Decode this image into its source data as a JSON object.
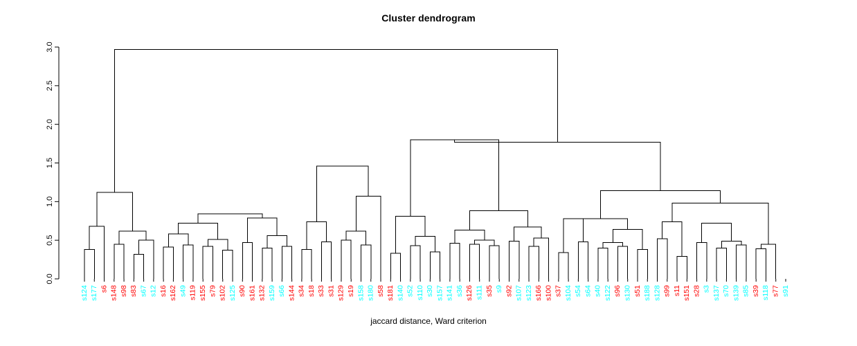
{
  "plot": {
    "title": "Cluster dendrogram",
    "xlabel": "jaccard distance, Ward criterion",
    "ylabel": ""
  },
  "colors": {
    "cluster_a": "#00FFFF",
    "cluster_b": "#FF0000",
    "axis": "#000000",
    "branch": "#000000",
    "background": "#FFFFFF"
  },
  "axis": {
    "y_ticks": [
      "0.0",
      "0.5",
      "1.0",
      "1.5",
      "2.0",
      "2.5",
      "3.0"
    ],
    "y_values": [
      0.0,
      0.5,
      1.0,
      1.5,
      2.0,
      2.5,
      3.0
    ],
    "ylim": [
      0.0,
      3.0
    ]
  },
  "chart_data": {
    "type": "dendrogram",
    "title": "Cluster dendrogram",
    "xlabel": "jaccard distance, Ward criterion",
    "ylabel": "",
    "ylim": [
      0.0,
      3.0
    ],
    "yticks": [
      0.0,
      0.5,
      1.0,
      1.5,
      2.0,
      2.5,
      3.0
    ],
    "grid": false,
    "legend": "none",
    "n_leaves": 72,
    "leaves": [
      {
        "label": "s124",
        "color": "#00FFFF"
      },
      {
        "label": "s177",
        "color": "#00FFFF"
      },
      {
        "label": "s6",
        "color": "#FF0000"
      },
      {
        "label": "s148",
        "color": "#FF0000"
      },
      {
        "label": "s98",
        "color": "#FF0000"
      },
      {
        "label": "s83",
        "color": "#FF0000"
      },
      {
        "label": "s67",
        "color": "#00FFFF"
      },
      {
        "label": "s12",
        "color": "#00FFFF"
      },
      {
        "label": "s16",
        "color": "#FF0000"
      },
      {
        "label": "s162",
        "color": "#FF0000"
      },
      {
        "label": "s49",
        "color": "#00FFFF"
      },
      {
        "label": "s119",
        "color": "#FF0000"
      },
      {
        "label": "s155",
        "color": "#FF0000"
      },
      {
        "label": "s79",
        "color": "#FF0000"
      },
      {
        "label": "s102",
        "color": "#FF0000"
      },
      {
        "label": "s125",
        "color": "#00FFFF"
      },
      {
        "label": "s90",
        "color": "#FF0000"
      },
      {
        "label": "s161",
        "color": "#FF0000"
      },
      {
        "label": "s132",
        "color": "#FF0000"
      },
      {
        "label": "s159",
        "color": "#00FFFF"
      },
      {
        "label": "s66",
        "color": "#00FFFF"
      },
      {
        "label": "s144",
        "color": "#FF0000"
      },
      {
        "label": "s34",
        "color": "#FF0000"
      },
      {
        "label": "s18",
        "color": "#FF0000"
      },
      {
        "label": "s33",
        "color": "#FF0000"
      },
      {
        "label": "s31",
        "color": "#FF0000"
      },
      {
        "label": "s129",
        "color": "#FF0000"
      },
      {
        "label": "s19",
        "color": "#FF0000"
      },
      {
        "label": "s158",
        "color": "#00FFFF"
      },
      {
        "label": "s180",
        "color": "#00FFFF"
      },
      {
        "label": "s58",
        "color": "#FF0000"
      },
      {
        "label": "s181",
        "color": "#FF0000"
      },
      {
        "label": "s140",
        "color": "#00FFFF"
      },
      {
        "label": "s52",
        "color": "#00FFFF"
      },
      {
        "label": "s110",
        "color": "#00FFFF"
      },
      {
        "label": "s30",
        "color": "#00FFFF"
      },
      {
        "label": "s157",
        "color": "#00FFFF"
      },
      {
        "label": "s141",
        "color": "#00FFFF"
      },
      {
        "label": "s36",
        "color": "#00FFFF"
      },
      {
        "label": "s126",
        "color": "#FF0000"
      },
      {
        "label": "s111",
        "color": "#00FFFF"
      },
      {
        "label": "s35",
        "color": "#FF0000"
      },
      {
        "label": "s9",
        "color": "#00FFFF"
      },
      {
        "label": "s92",
        "color": "#FF0000"
      },
      {
        "label": "s107",
        "color": "#00FFFF"
      },
      {
        "label": "s123",
        "color": "#00FFFF"
      },
      {
        "label": "s166",
        "color": "#FF0000"
      },
      {
        "label": "s100",
        "color": "#FF0000"
      },
      {
        "label": "s37",
        "color": "#FF0000"
      },
      {
        "label": "s104",
        "color": "#00FFFF"
      },
      {
        "label": "s54",
        "color": "#00FFFF"
      },
      {
        "label": "s64",
        "color": "#00FFFF"
      },
      {
        "label": "s40",
        "color": "#00FFFF"
      },
      {
        "label": "s122",
        "color": "#00FFFF"
      },
      {
        "label": "s96",
        "color": "#FF0000"
      },
      {
        "label": "s130",
        "color": "#00FFFF"
      },
      {
        "label": "s51",
        "color": "#FF0000"
      },
      {
        "label": "s188",
        "color": "#00FFFF"
      },
      {
        "label": "s128",
        "color": "#00FFFF"
      },
      {
        "label": "s99",
        "color": "#FF0000"
      },
      {
        "label": "s11",
        "color": "#FF0000"
      },
      {
        "label": "s151",
        "color": "#FF0000"
      },
      {
        "label": "s28",
        "color": "#FF0000"
      },
      {
        "label": "s3",
        "color": "#00FFFF"
      },
      {
        "label": "s137",
        "color": "#00FFFF"
      },
      {
        "label": "s70",
        "color": "#00FFFF"
      },
      {
        "label": "s139",
        "color": "#00FFFF"
      },
      {
        "label": "s85",
        "color": "#00FFFF"
      },
      {
        "label": "s39",
        "color": "#FF0000"
      },
      {
        "label": "s118",
        "color": "#00FFFF"
      },
      {
        "label": "s77",
        "color": "#FF0000"
      },
      {
        "label": "s91",
        "color": "#00FFFF"
      }
    ],
    "merges": [
      {
        "left": {
          "leaf": 0
        },
        "right": {
          "leaf": 1
        },
        "height": 0.38
      },
      {
        "left": {
          "node": 0
        },
        "right": {
          "leaf": 2
        },
        "height": 0.68
      },
      {
        "left": {
          "leaf": 3
        },
        "right": {
          "leaf": 4
        },
        "height": 0.45
      },
      {
        "left": {
          "leaf": 5
        },
        "right": {
          "leaf": 6
        },
        "height": 0.32
      },
      {
        "left": {
          "node": 3
        },
        "right": {
          "leaf": 7
        },
        "height": 0.5
      },
      {
        "left": {
          "node": 2
        },
        "right": {
          "node": 4
        },
        "height": 0.62
      },
      {
        "left": {
          "node": 1
        },
        "right": {
          "node": 5
        },
        "height": 1.12
      },
      {
        "left": {
          "leaf": 8
        },
        "right": {
          "leaf": 9
        },
        "height": 0.41
      },
      {
        "left": {
          "leaf": 10
        },
        "right": {
          "leaf": 11
        },
        "height": 0.44
      },
      {
        "left": {
          "node": 7
        },
        "right": {
          "node": 8
        },
        "height": 0.58
      },
      {
        "left": {
          "leaf": 12
        },
        "right": {
          "leaf": 13
        },
        "height": 0.42
      },
      {
        "left": {
          "leaf": 14
        },
        "right": {
          "leaf": 15
        },
        "height": 0.37
      },
      {
        "left": {
          "node": 10
        },
        "right": {
          "node": 11
        },
        "height": 0.51
      },
      {
        "left": {
          "node": 9
        },
        "right": {
          "node": 12
        },
        "height": 0.72
      },
      {
        "left": {
          "leaf": 16
        },
        "right": {
          "leaf": 17
        },
        "height": 0.47
      },
      {
        "left": {
          "leaf": 18
        },
        "right": {
          "leaf": 19
        },
        "height": 0.4
      },
      {
        "left": {
          "leaf": 20
        },
        "right": {
          "leaf": 21
        },
        "height": 0.42
      },
      {
        "left": {
          "node": 15
        },
        "right": {
          "node": 16
        },
        "height": 0.56
      },
      {
        "left": {
          "node": 14
        },
        "right": {
          "node": 17
        },
        "height": 0.79
      },
      {
        "left": {
          "node": 13
        },
        "right": {
          "node": 18
        },
        "height": 0.84
      },
      {
        "left": {
          "leaf": 22
        },
        "right": {
          "leaf": 23
        },
        "height": 0.38
      },
      {
        "left": {
          "leaf": 24
        },
        "right": {
          "leaf": 25
        },
        "height": 0.48
      },
      {
        "left": {
          "node": 20
        },
        "right": {
          "node": 21
        },
        "height": 0.74
      },
      {
        "left": {
          "leaf": 26
        },
        "right": {
          "leaf": 27
        },
        "height": 0.5
      },
      {
        "left": {
          "leaf": 28
        },
        "right": {
          "leaf": 29
        },
        "height": 0.44
      },
      {
        "left": {
          "node": 23
        },
        "right": {
          "node": 24
        },
        "height": 0.62
      },
      {
        "left": {
          "node": 25
        },
        "right": {
          "leaf": 30
        },
        "height": 1.07
      },
      {
        "left": {
          "node": 22
        },
        "right": {
          "node": 26
        },
        "height": 1.46
      },
      {
        "left": {
          "leaf": 31
        },
        "right": {
          "leaf": 32
        },
        "height": 0.33
      },
      {
        "left": {
          "leaf": 33
        },
        "right": {
          "leaf": 34
        },
        "height": 0.43
      },
      {
        "left": {
          "leaf": 35
        },
        "right": {
          "leaf": 36
        },
        "height": 0.35
      },
      {
        "left": {
          "node": 29
        },
        "right": {
          "node": 30
        },
        "height": 0.55
      },
      {
        "left": {
          "node": 28
        },
        "right": {
          "node": 31
        },
        "height": 0.81
      },
      {
        "left": {
          "leaf": 37
        },
        "right": {
          "leaf": 38
        },
        "height": 0.46
      },
      {
        "left": {
          "leaf": 39
        },
        "right": {
          "leaf": 40
        },
        "height": 0.45
      },
      {
        "left": {
          "leaf": 41
        },
        "right": {
          "leaf": 42
        },
        "height": 0.43
      },
      {
        "left": {
          "node": 34
        },
        "right": {
          "node": 35
        },
        "height": 0.5
      },
      {
        "left": {
          "node": 33
        },
        "right": {
          "node": 36
        },
        "height": 0.63
      },
      {
        "left": {
          "leaf": 43
        },
        "right": {
          "leaf": 44
        },
        "height": 0.49
      },
      {
        "left": {
          "leaf": 45
        },
        "right": {
          "leaf": 46
        },
        "height": 0.42
      },
      {
        "left": {
          "node": 39
        },
        "right": {
          "leaf": 47
        },
        "height": 0.53
      },
      {
        "left": {
          "node": 38
        },
        "right": {
          "node": 40
        },
        "height": 0.67
      },
      {
        "left": {
          "node": 37
        },
        "right": {
          "node": 41
        },
        "height": 0.88
      },
      {
        "left": {
          "node": 32
        },
        "right": {
          "node": 42
        },
        "height": 1.8
      },
      {
        "left": {
          "leaf": 48
        },
        "right": {
          "leaf": 49
        },
        "height": 0.34
      },
      {
        "left": {
          "leaf": 50
        },
        "right": {
          "leaf": 51
        },
        "height": 0.48
      },
      {
        "left": {
          "node": 44
        },
        "right": {
          "node": 45
        },
        "height": 0.78
      },
      {
        "left": {
          "leaf": 52
        },
        "right": {
          "leaf": 53
        },
        "height": 0.4
      },
      {
        "left": {
          "leaf": 54
        },
        "right": {
          "leaf": 55
        },
        "height": 0.42
      },
      {
        "left": {
          "node": 47
        },
        "right": {
          "node": 48
        },
        "height": 0.47
      },
      {
        "left": {
          "leaf": 56
        },
        "right": {
          "leaf": 57
        },
        "height": 0.38
      },
      {
        "left": {
          "node": 49
        },
        "right": {
          "node": 50
        },
        "height": 0.64
      },
      {
        "left": {
          "node": 46
        },
        "right": {
          "node": 51
        },
        "height": 0.78
      },
      {
        "left": {
          "leaf": 58
        },
        "right": {
          "leaf": 59
        },
        "height": 0.52
      },
      {
        "left": {
          "leaf": 60
        },
        "right": {
          "leaf": 61
        },
        "height": 0.29
      },
      {
        "left": {
          "node": 53
        },
        "right": {
          "node": 54
        },
        "height": 0.74
      },
      {
        "left": {
          "leaf": 62
        },
        "right": {
          "leaf": 63
        },
        "height": 0.47
      },
      {
        "left": {
          "leaf": 64
        },
        "right": {
          "leaf": 65
        },
        "height": 0.4
      },
      {
        "left": {
          "leaf": 66
        },
        "right": {
          "leaf": 67
        },
        "height": 0.44
      },
      {
        "left": {
          "node": 57
        },
        "right": {
          "node": 58
        },
        "height": 0.49
      },
      {
        "left": {
          "node": 56
        },
        "right": {
          "node": 59
        },
        "height": 0.72
      },
      {
        "left": {
          "leaf": 68
        },
        "right": {
          "leaf": 69
        },
        "height": 0.39
      },
      {
        "left": {
          "node": 61
        },
        "right": {
          "leaf": 70
        },
        "height": 0.45
      },
      {
        "left": {
          "node": 55
        },
        "right": {
          "node": 62
        },
        "height": 0.98
      },
      {
        "left": {
          "node": 52
        },
        "right": {
          "node": 63
        },
        "height": 1.14
      },
      {
        "left": {
          "node": 43
        },
        "right": {
          "node": 64
        },
        "height": 1.77
      },
      {
        "left": {
          "node": 6
        },
        "right": {
          "node": 65
        },
        "height": 2.97
      }
    ]
  }
}
